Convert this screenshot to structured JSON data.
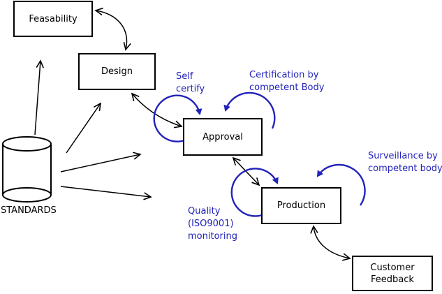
{
  "page": {
    "background": "#ffffff"
  },
  "diagram": {
    "type": "process-flow-diagram",
    "line_color": "#000000",
    "annotation_color": "#2222bb",
    "nodes": {
      "feasability": {
        "label": "Feasability",
        "shape": "rect"
      },
      "design": {
        "label": "Design",
        "shape": "rect"
      },
      "approval": {
        "label": "Approval",
        "shape": "rect"
      },
      "production": {
        "label": "Production",
        "shape": "rect"
      },
      "customer_feedback": {
        "lines": [
          "Customer",
          "Feedback"
        ],
        "shape": "rect"
      },
      "standards": {
        "label": "STANDARDS",
        "shape": "cylinder"
      }
    },
    "annotations": {
      "self_certify": {
        "lines": [
          "Self",
          "certify"
        ],
        "attached_to": "approval"
      },
      "certification": {
        "lines": [
          "Certification by",
          "competent Body"
        ],
        "attached_to": "approval"
      },
      "quality_monitoring": {
        "lines": [
          "Quality",
          "(ISO9001)",
          "monitoring"
        ],
        "attached_to": "production"
      },
      "surveillance": {
        "lines": [
          "Surveillance by",
          "competent body"
        ],
        "attached_to": "production"
      }
    },
    "edges": [
      {
        "from": "feasability",
        "to": "design",
        "style": "double-arrow"
      },
      {
        "from": "design",
        "to": "approval",
        "style": "double-arrow"
      },
      {
        "from": "approval",
        "to": "production",
        "style": "double-arrow"
      },
      {
        "from": "production",
        "to": "customer_feedback",
        "style": "double-arrow"
      },
      {
        "from": "standards",
        "to": "feasability",
        "style": "arrow"
      },
      {
        "from": "standards",
        "to": "design",
        "style": "arrow"
      },
      {
        "from": "standards",
        "to": "approval",
        "style": "arrow"
      },
      {
        "from": "standards",
        "to": "production",
        "style": "arrow"
      },
      {
        "loop_on": "approval",
        "annotation": "self_certify",
        "style": "blue-self-loop"
      },
      {
        "loop_on": "approval",
        "annotation": "certification",
        "style": "blue-self-loop"
      },
      {
        "loop_on": "production",
        "annotation": "quality_monitoring",
        "style": "blue-self-loop"
      },
      {
        "loop_on": "production",
        "annotation": "surveillance",
        "style": "blue-self-loop"
      }
    ]
  }
}
